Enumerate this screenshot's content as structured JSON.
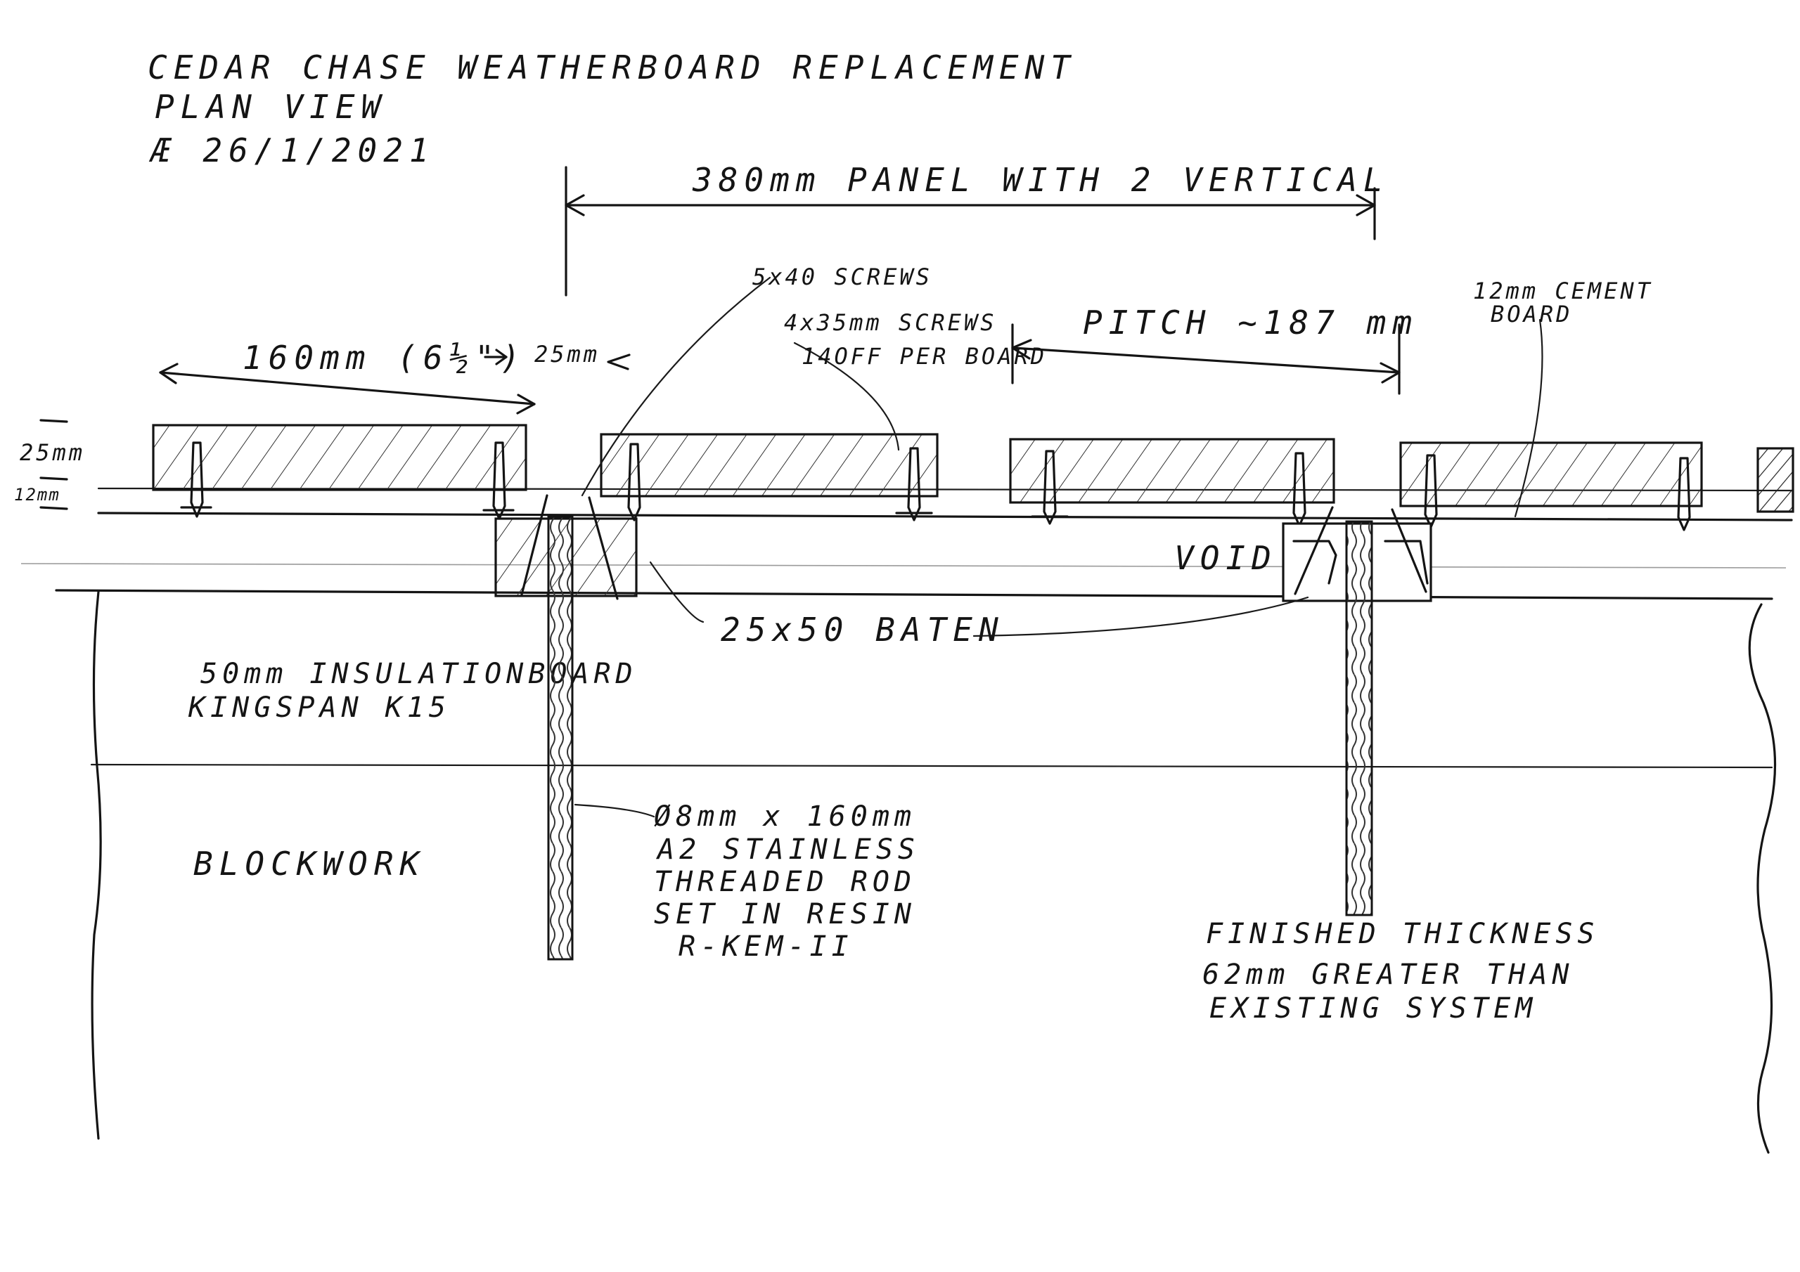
{
  "title": {
    "line1": "CEDAR CHASE WEATHERBOARD REPLACEMENT",
    "line2": "PLAN VIEW",
    "line3": "Æ 26/1/2021"
  },
  "dimensions": {
    "panel": "380mm PANEL WITH 2 VERTICAL",
    "pitch": "PITCH ~187 mm",
    "board_width": "160mm (6½\")",
    "gap": "25mm",
    "board_thick": "25mm",
    "cement_thick": "12mm"
  },
  "labels": {
    "screws_a": "5x40 SCREWS",
    "screws_b1": "4x35mm SCREWS",
    "screws_b2": "14OFF PER BOARD",
    "cement1": "12mm CEMENT",
    "cement2": "BOARD",
    "void": "VOID",
    "batten": "25x50 BATEN",
    "insul1": "50mm INSULATIONBOARD",
    "insul2": "KINGSPAN K15",
    "block": "BLOCKWORK",
    "rod1": "Ø8mm x 160mm",
    "rod2": "A2 STAINLESS",
    "rod3": "THREADED ROD",
    "rod4": "SET IN RESIN",
    "rod5": "R-KEM-II",
    "fin1": "FINISHED THICKNESS",
    "fin2": "62mm GREATER THAN",
    "fin3": "EXISTING SYSTEM"
  }
}
